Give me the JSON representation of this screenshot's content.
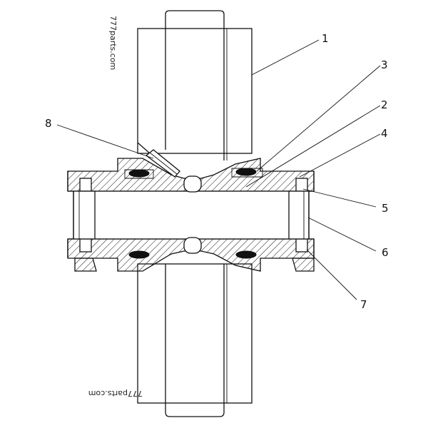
{
  "diagram": {
    "labels": [
      {
        "id": "label-1",
        "text": "1"
      },
      {
        "id": "label-2",
        "text": "2"
      },
      {
        "id": "label-3",
        "text": "3"
      },
      {
        "id": "label-4",
        "text": "4"
      },
      {
        "id": "label-5",
        "text": "5"
      },
      {
        "id": "label-6",
        "text": "6"
      },
      {
        "id": "label-7",
        "text": "7"
      },
      {
        "id": "label-8",
        "text": "8"
      }
    ],
    "watermarks": {
      "top": "777parts.com",
      "bottom": "777parts.com"
    }
  }
}
